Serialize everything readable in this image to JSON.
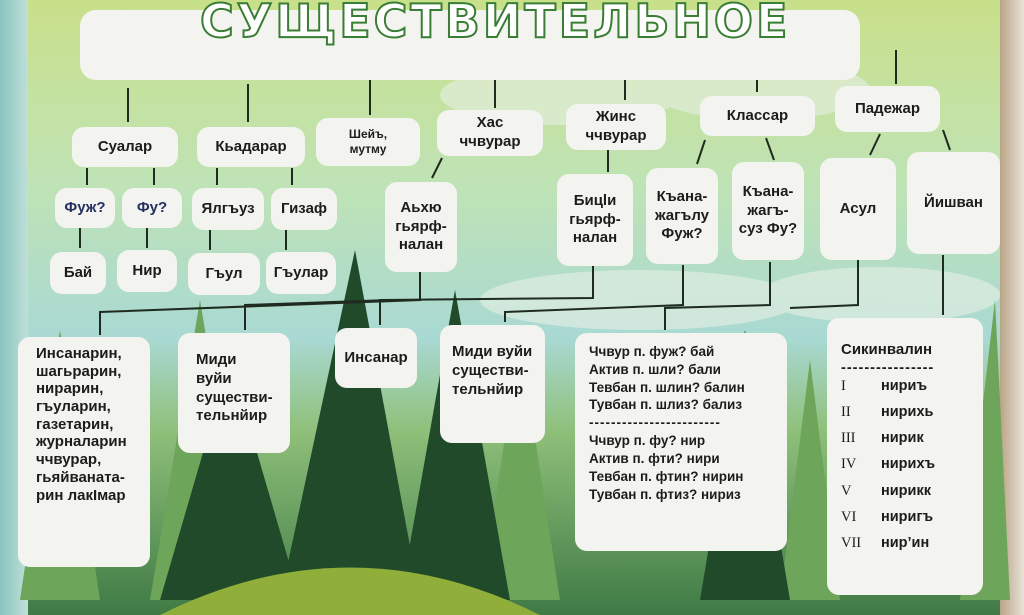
{
  "title": "СУЩЕСТВИТЕЛЬНОЕ",
  "level1": [
    "Суалар",
    "Кьадарар",
    "Шейъ, мутму",
    "Хас ччвурар",
    "Жинс ччвурар",
    "Классар",
    "Падежар"
  ],
  "level2": [
    "Фуж?",
    "Фу?",
    "Ялгъуз",
    "Гизаф",
    "Аьхю гьярф-налан",
    "Бицlи гьярф-налан",
    "Къана-жагълу Фуж?",
    "Къана-жагъ-суз Фу?",
    "Асул",
    "Йишван"
  ],
  "level3": [
    "Бай",
    "Нир",
    "Гъул",
    "Гъулар"
  ],
  "bottom": {
    "examples": "Инсанарин, шагьрарин, нирарин, гъуларин, газетарин, журналарин ччвурар, гьяйваната-рин лакIмар",
    "midi1": "Миди вуйи существи-тельнйир",
    "insanar": "Инсанар",
    "midi2": "Миди вуйи существи-тельнйир",
    "cases_a": [
      "Ччвур п. фуж? бай",
      "Актив п. шли? бали",
      "Тевбан п. шлин? балин",
      "Тувбан п. шлиз? бализ"
    ],
    "separator": "------------------------",
    "cases_b": [
      "Ччвур п. фу? нир",
      "Актив п. фти? нири",
      "Тевбан п. фтин? нирин",
      "Тувбан п. фтиз? нириз"
    ],
    "locative_title": "Сикинвалин",
    "locative_sep": "----------------",
    "locative": [
      {
        "n": "I",
        "w": "нириъ"
      },
      {
        "n": "II",
        "w": "нирихь"
      },
      {
        "n": "III",
        "w": "нирик"
      },
      {
        "n": "IV",
        "w": "нирихъ"
      },
      {
        "n": "V",
        "w": "нирикк"
      },
      {
        "n": "VI",
        "w": "ниригъ"
      },
      {
        "n": "VII",
        "w": "нир’ин"
      }
    ]
  }
}
